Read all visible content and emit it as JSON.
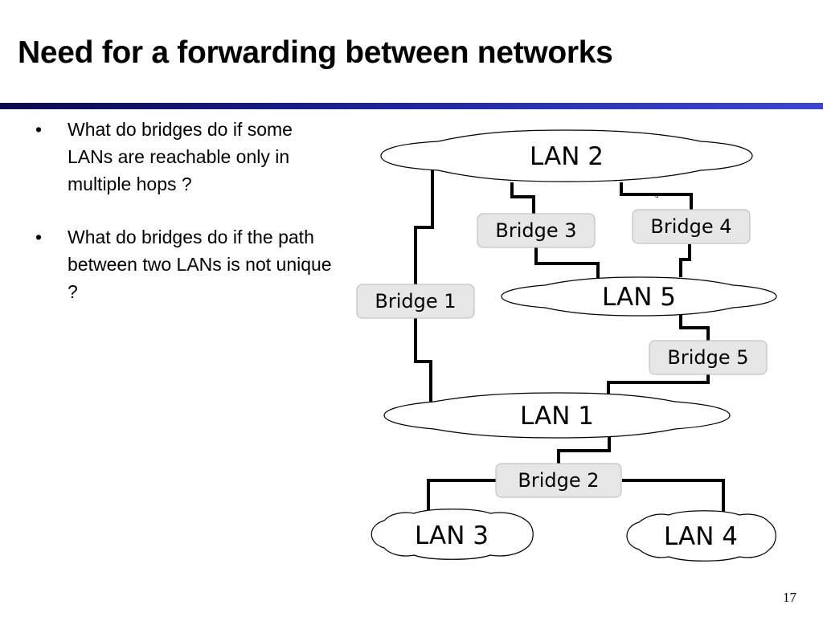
{
  "slide": {
    "title": "Need for a forwarding between networks",
    "page_number": "17"
  },
  "bullets": [
    {
      "marker": "•",
      "text": "What do bridges do if some LANs are reachable only in multiple hops ?"
    },
    {
      "marker": "•",
      "text": "What do bridges do if the path between two LANs is not unique ?"
    }
  ],
  "diagram": {
    "lans": {
      "lan2": "LAN 2",
      "lan5": "LAN 5",
      "lan1": "LAN 1",
      "lan3": "LAN 3",
      "lan4": "LAN 4"
    },
    "bridges": {
      "bridge1": "Bridge 1",
      "bridge2": "Bridge 2",
      "bridge3": "Bridge 3",
      "bridge4": "Bridge 4",
      "bridge5": "Bridge 5"
    },
    "stray_mark": "d",
    "colors": {
      "cloud_fill": "#ffffff",
      "bridge_fill": "#e6e6e6",
      "line": "#000000"
    }
  }
}
